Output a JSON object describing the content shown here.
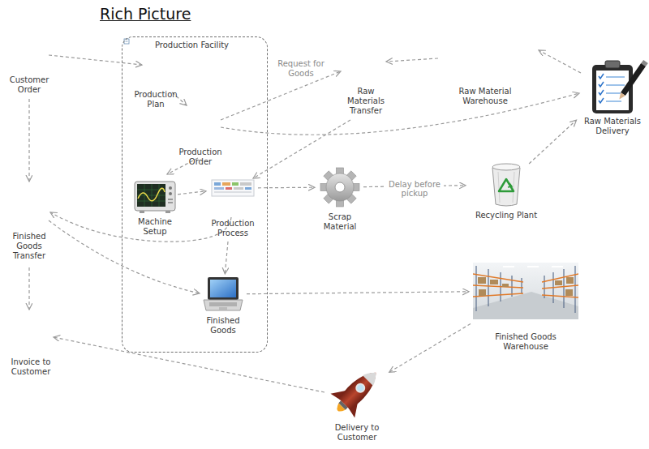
{
  "diagram": {
    "title": "Rich Picture",
    "nodes": [
      {
        "text": [
          "Production Facility"
        ]
      },
      {
        "text": [
          "Machine Setup"
        ],
        "in": 0
      },
      {
        "text": [
          "Production Process"
        ],
        "in": 0
      },
      {
        "text": [
          "Finished Goods"
        ],
        "in": 0
      },
      {
        "text": [
          "Raw Materials Delivery"
        ]
      },
      {
        "text": [
          "Scrap Material"
        ]
      },
      {
        "text": [
          "Recycling Plant"
        ]
      },
      {
        "text": [
          "Finished Goods Warehouse"
        ]
      },
      {
        "text": [
          "Delivery to Customer"
        ]
      }
    ],
    "edges": [
      {
        "from": 1,
        "to": 2,
        "arrow": "to"
      },
      {
        "from": 2,
        "to": 5,
        "arrow": "to"
      },
      {
        "from": 5,
        "to": 6,
        "label": "Delay before pickup",
        "arrow": "to"
      },
      {
        "from": 6,
        "to": 4,
        "arrow": "to"
      },
      {
        "from": 2,
        "to": 3,
        "arrow": "to"
      },
      {
        "from": 3,
        "to": 7,
        "arrow": "to"
      },
      {
        "from": 7,
        "to": 8,
        "arrow": "to"
      }
    ],
    "labels": [
      "Customer Order",
      "Production Plan",
      "Request for Goods",
      "Raw Materials Transfer",
      "Raw Material Warehouse",
      "Production Order",
      "Finished Goods Transfer",
      "Invoice to Customer"
    ]
  }
}
